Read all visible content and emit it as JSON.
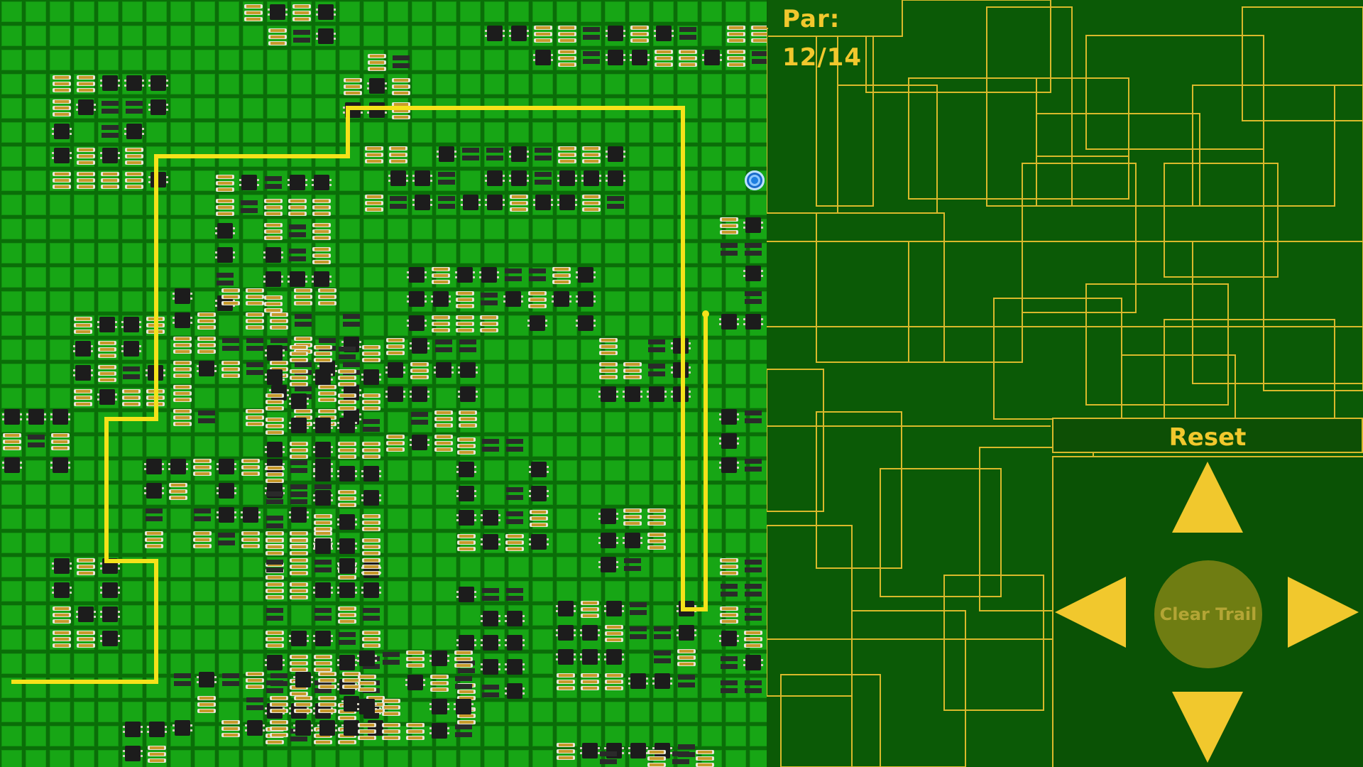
{
  "hud": {
    "par_label": "Par: 12/14"
  },
  "controls": {
    "reset_label": "Reset",
    "clear_trail_label": "Clear Trail",
    "up_icon": "arrow-up-icon",
    "down_icon": "arrow-down-icon",
    "left_icon": "arrow-left-icon",
    "right_icon": "arrow-right-icon"
  },
  "colors": {
    "board_background": "#17a615",
    "trail": "#f5e21a",
    "accent": "#f1c82d",
    "panel": "#0b5a06",
    "player": "#1e7fe0"
  }
}
